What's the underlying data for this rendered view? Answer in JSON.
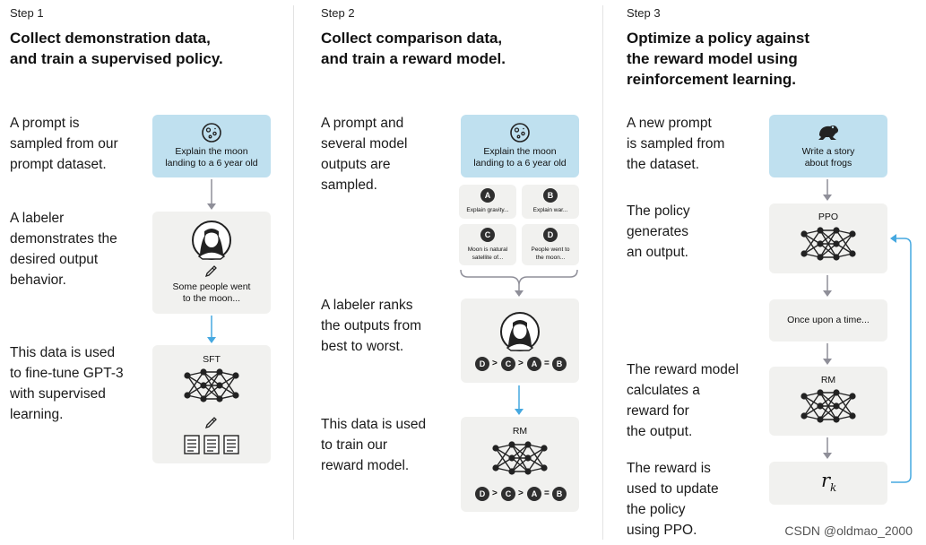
{
  "step1": {
    "label": "Step 1",
    "title_line1": "Collect demonstration data,",
    "title_line2": "and train a supervised policy.",
    "desc1": [
      "A prompt is",
      "sampled from our",
      "prompt dataset."
    ],
    "desc2": [
      "A labeler",
      "demonstrates the",
      "desired output",
      "behavior."
    ],
    "desc3": [
      "This data is used",
      "to fine-tune GPT-3",
      "with supervised",
      "learning."
    ],
    "prompt_text": [
      "Explain the moon",
      "landing to a 6 year old"
    ],
    "demo_text": [
      "Some people went",
      "to the moon..."
    ],
    "model_label": "SFT"
  },
  "step2": {
    "label": "Step 2",
    "title_line1": "Collect comparison data,",
    "title_line2": "and train a reward model.",
    "desc1": [
      "A prompt and",
      "several model",
      "outputs are",
      "sampled."
    ],
    "desc2": [
      "A labeler ranks",
      "the outputs from",
      "best to worst."
    ],
    "desc3": [
      "This data is used",
      "to train our",
      "reward model."
    ],
    "prompt_text": [
      "Explain the moon",
      "landing to a 6 year old"
    ],
    "outputs": [
      {
        "letter": "A",
        "text": [
          "Explain gravity..."
        ]
      },
      {
        "letter": "B",
        "text": [
          "Explain war..."
        ]
      },
      {
        "letter": "C",
        "text": [
          "Moon is natural",
          "satellite of..."
        ]
      },
      {
        "letter": "D",
        "text": [
          "People went to",
          "the moon..."
        ]
      }
    ],
    "ranking": [
      "D",
      ">",
      "C",
      ">",
      "A",
      "=",
      "B"
    ],
    "model_label": "RM"
  },
  "step3": {
    "label": "Step 3",
    "title_line1": "Optimize a policy against",
    "title_line2": "the reward model using",
    "title_line3": "reinforcement learning.",
    "desc1": [
      "A new prompt",
      "is sampled from",
      "the dataset."
    ],
    "desc2": [
      "The policy",
      "generates",
      "an output."
    ],
    "desc3": [
      "The reward model",
      "calculates a",
      "reward for",
      "the output."
    ],
    "desc4": [
      "The reward is",
      "used to update",
      "the policy",
      "using PPO."
    ],
    "prompt_text": [
      "Write a story",
      "about frogs"
    ],
    "policy_label": "PPO",
    "output_text": "Once upon a time...",
    "rm_label": "RM",
    "reward_symbol": "r",
    "reward_subscript": "k"
  },
  "watermark": "CSDN @oldmao_2000",
  "colors": {
    "prompt_box": "#bfe0ef",
    "neutral_box": "#f1f1ef",
    "arrow_gray": "#8f8f99",
    "arrow_blue": "#45a8e0"
  }
}
